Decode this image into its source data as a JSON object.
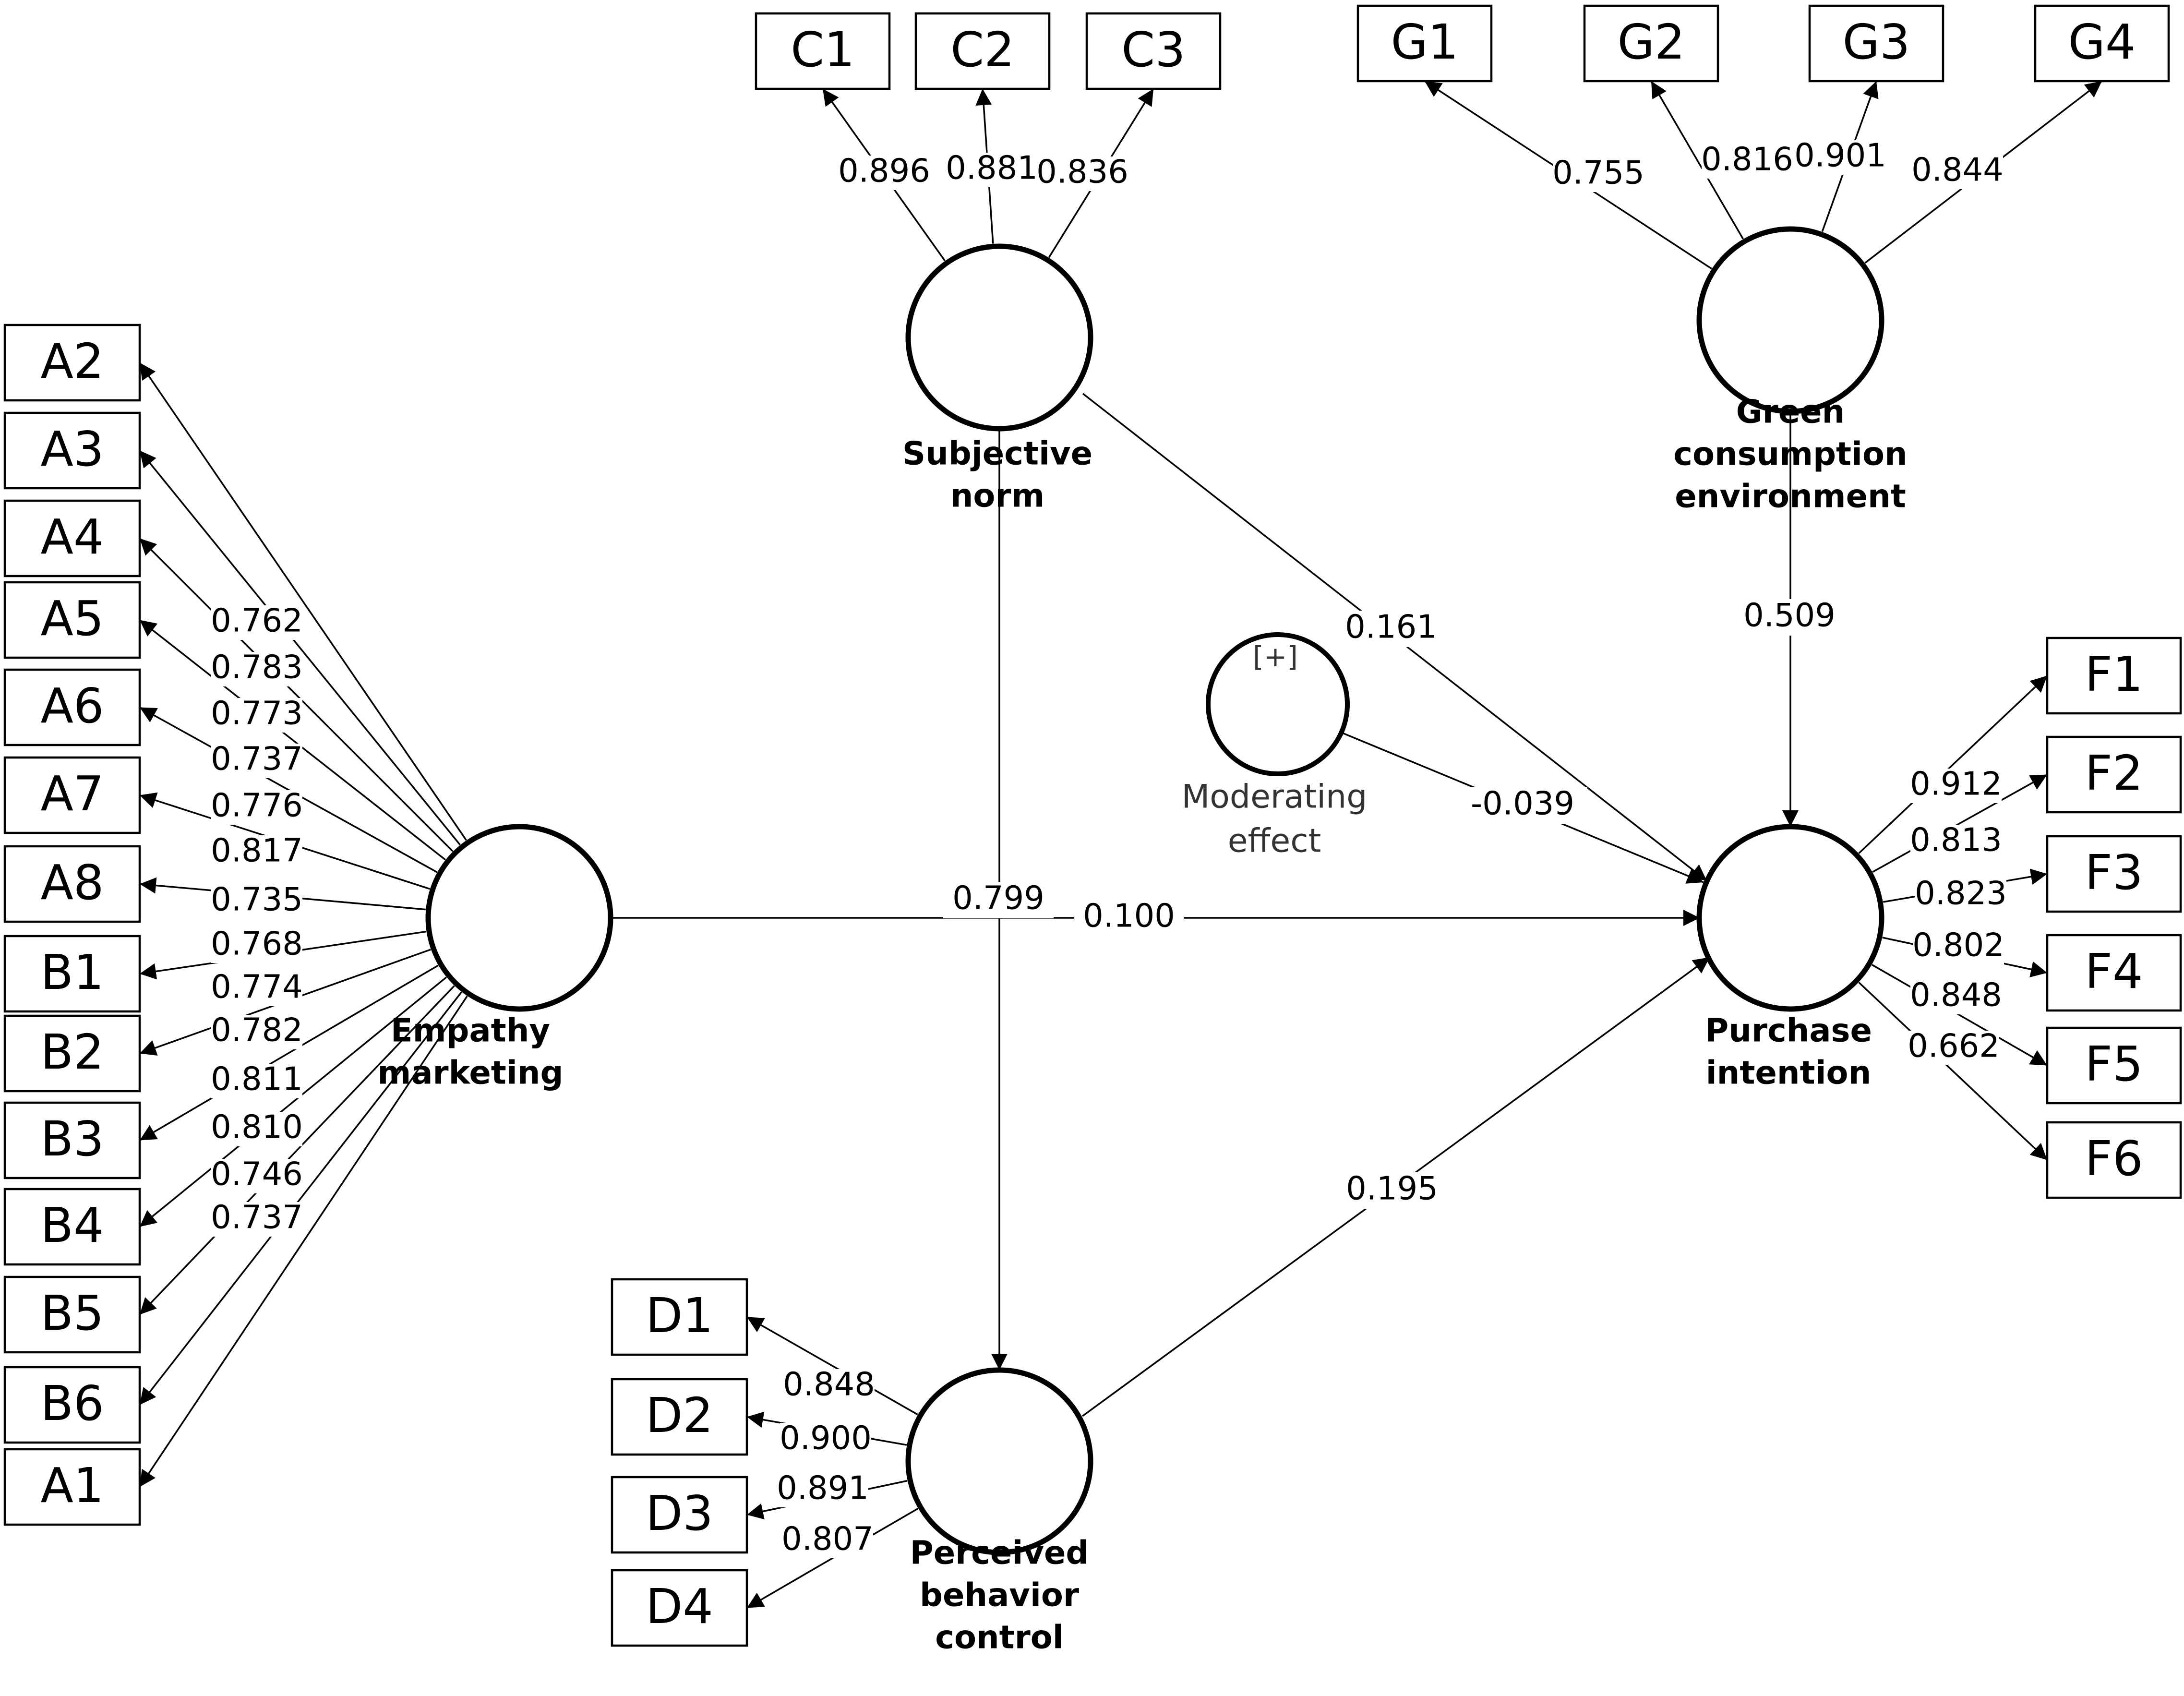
{
  "constructs": {
    "empathy": {
      "name": "Empathy marketing",
      "label_lines": [
        "Empathy",
        "marketing"
      ]
    },
    "subjective": {
      "name": "Subjective norm",
      "label_lines": [
        "Subjective",
        "norm"
      ]
    },
    "pbc": {
      "name": "Perceived behavior control",
      "label_lines": [
        "Perceived",
        "behavior",
        "control"
      ]
    },
    "green": {
      "name": "Green consumption environment",
      "label_lines": [
        "Green",
        "consumption",
        "environment"
      ]
    },
    "purchase": {
      "name": "Purchase intention",
      "label_lines": [
        "Purchase",
        "intention"
      ]
    },
    "moderating": {
      "name": "Moderating effect",
      "sign": "[+]",
      "label_lines": [
        "Moderating",
        "effect"
      ]
    }
  },
  "indicators": {
    "empathy": [
      {
        "label": "A2",
        "loading": "0.762"
      },
      {
        "label": "A3",
        "loading": "0.783"
      },
      {
        "label": "A4",
        "loading": "0.773"
      },
      {
        "label": "A5",
        "loading": "0.737"
      },
      {
        "label": "A6",
        "loading": "0.776"
      },
      {
        "label": "A7",
        "loading": "0.817"
      },
      {
        "label": "A8",
        "loading": "0.735"
      },
      {
        "label": "B1",
        "loading": "0.768"
      },
      {
        "label": "B2",
        "loading": "0.774"
      },
      {
        "label": "B3",
        "loading": "0.782"
      },
      {
        "label": "B4",
        "loading": "0.811"
      },
      {
        "label": "B5",
        "loading": "0.810"
      },
      {
        "label": "B6",
        "loading": "0.746"
      },
      {
        "label": "A1",
        "loading": "0.737"
      }
    ],
    "subjective": [
      {
        "label": "C1",
        "loading": "0.896"
      },
      {
        "label": "C2",
        "loading": "0.881"
      },
      {
        "label": "C3",
        "loading": "0.836"
      }
    ],
    "green": [
      {
        "label": "G1",
        "loading": "0.755"
      },
      {
        "label": "G2",
        "loading": "0.816"
      },
      {
        "label": "G3",
        "loading": "0.901"
      },
      {
        "label": "G4",
        "loading": "0.844"
      }
    ],
    "purchase": [
      {
        "label": "F1",
        "loading": "0.912"
      },
      {
        "label": "F2",
        "loading": "0.813"
      },
      {
        "label": "F3",
        "loading": "0.823"
      },
      {
        "label": "F4",
        "loading": "0.802"
      },
      {
        "label": "F5",
        "loading": "0.848"
      },
      {
        "label": "F6",
        "loading": "0.662"
      }
    ],
    "pbc": [
      {
        "label": "D1",
        "loading": "0.848"
      },
      {
        "label": "D2",
        "loading": "0.900"
      },
      {
        "label": "D3",
        "loading": "0.891"
      },
      {
        "label": "D4",
        "loading": "0.807"
      }
    ]
  },
  "paths": [
    {
      "from": "empathy",
      "to": "purchase",
      "coefficient": "0.100"
    },
    {
      "from": "subjective",
      "to": "pbc",
      "coefficient": "0.799"
    },
    {
      "from": "subjective",
      "to": "purchase",
      "coefficient": "0.161"
    },
    {
      "from": "green",
      "to": "purchase",
      "coefficient": "0.509"
    },
    {
      "from": "moderating",
      "to": "purchase",
      "coefficient": "-0.039"
    },
    {
      "from": "pbc",
      "to": "purchase",
      "coefficient": "0.195"
    }
  ]
}
